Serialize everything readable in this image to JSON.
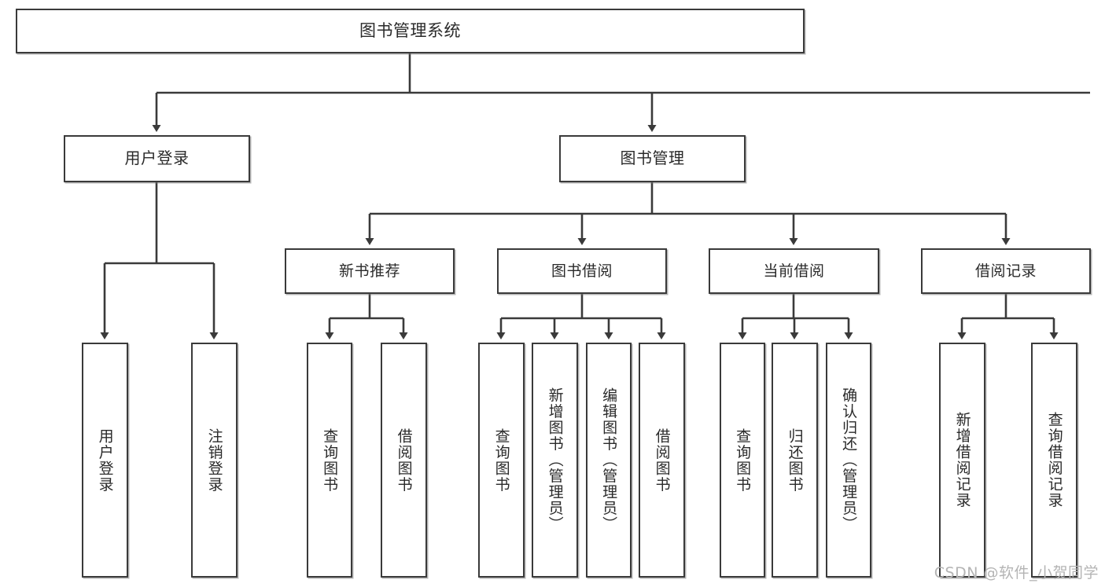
{
  "diagram": {
    "title_node": {
      "id": "root",
      "label": "图书管理系统"
    },
    "level2": [
      {
        "id": "user-login",
        "label": "用户登录"
      },
      {
        "id": "book-manage",
        "label": "图书管理"
      }
    ],
    "level3": [
      {
        "id": "new-book-rec",
        "label": "新书推荐"
      },
      {
        "id": "book-borrow",
        "label": "图书借阅"
      },
      {
        "id": "current-borrow",
        "label": "当前借阅"
      },
      {
        "id": "borrow-record",
        "label": "借阅记录"
      }
    ],
    "leaves": [
      {
        "id": "leaf-user-login",
        "label": "用户登录",
        "parent": "user-login"
      },
      {
        "id": "leaf-logout",
        "label": "注销登录",
        "parent": "user-login"
      },
      {
        "id": "leaf-query-book-1",
        "label": "查询图书",
        "parent": "new-book-rec"
      },
      {
        "id": "leaf-borrow-book-1",
        "label": "借阅图书",
        "parent": "new-book-rec"
      },
      {
        "id": "leaf-query-book-2",
        "label": "查询图书",
        "parent": "book-borrow"
      },
      {
        "id": "leaf-add-book",
        "label": "新增图书（管理员）",
        "parent": "book-borrow"
      },
      {
        "id": "leaf-edit-book",
        "label": "编辑图书（管理员）",
        "parent": "book-borrow"
      },
      {
        "id": "leaf-borrow-book-2",
        "label": "借阅图书",
        "parent": "book-borrow"
      },
      {
        "id": "leaf-query-book-3",
        "label": "查询图书",
        "parent": "current-borrow"
      },
      {
        "id": "leaf-return-book",
        "label": "归还图书",
        "parent": "current-borrow"
      },
      {
        "id": "leaf-confirm-return",
        "label": "确认归还（管理员）",
        "parent": "current-borrow"
      },
      {
        "id": "leaf-add-record",
        "label": "新增借阅记录",
        "parent": "borrow-record"
      },
      {
        "id": "leaf-query-record",
        "label": "查询借阅记录",
        "parent": "borrow-record"
      }
    ],
    "watermark": "CSDN @软件_小贺同学",
    "colors": {
      "stroke": "#3a3a3a",
      "box_fill": "#ffffff",
      "text": "#2a2a2a",
      "watermark": "#b4b4b4",
      "background": "#ffffff"
    }
  }
}
